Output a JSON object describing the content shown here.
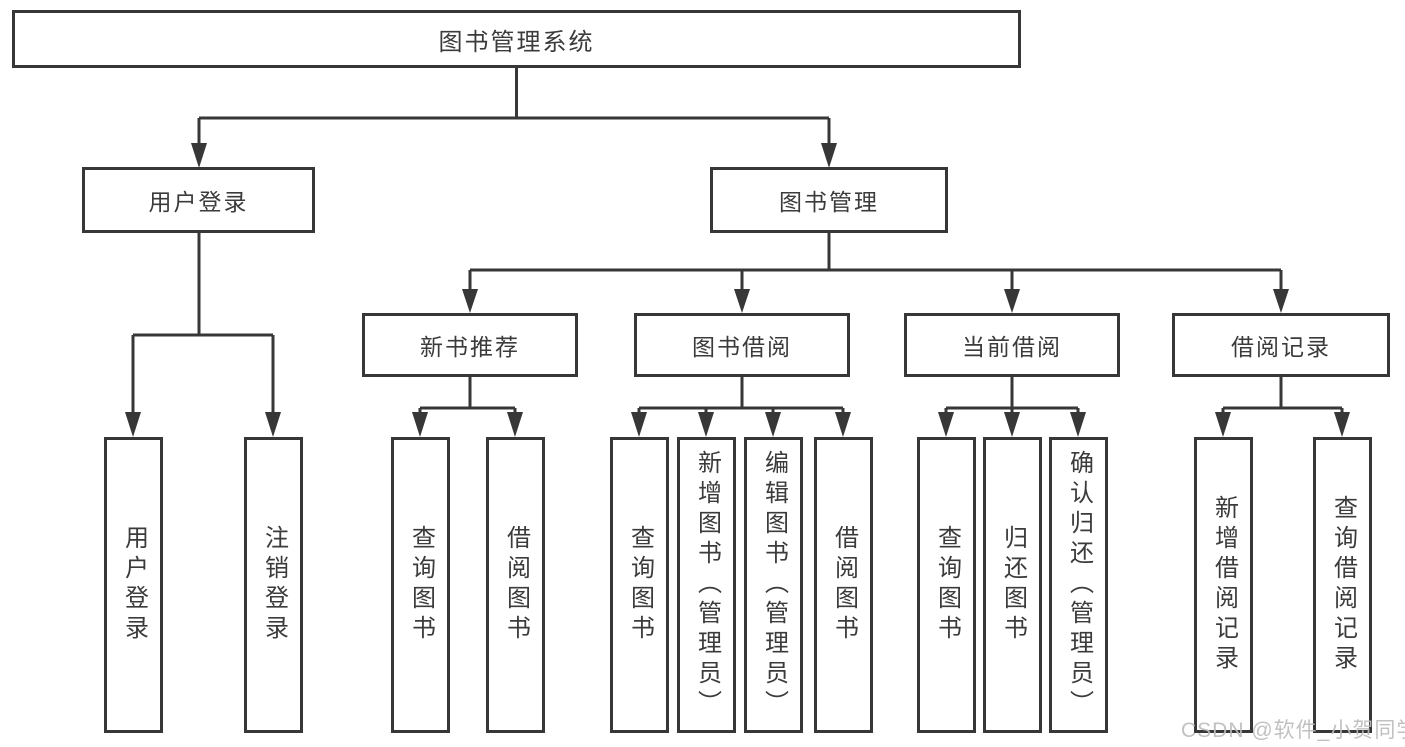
{
  "tree": {
    "label": "图书管理系统",
    "children": [
      {
        "label": "用户登录",
        "children": [
          {
            "label": "用户登录"
          },
          {
            "label": "注销登录"
          }
        ]
      },
      {
        "label": "图书管理",
        "children": [
          {
            "label": "新书推荐",
            "children": [
              {
                "label": "查询图书"
              },
              {
                "label": "借阅图书"
              }
            ]
          },
          {
            "label": "图书借阅",
            "children": [
              {
                "label": "查询图书"
              },
              {
                "label": "新增图书（管理员）"
              },
              {
                "label": "编辑图书（管理员）"
              },
              {
                "label": "借阅图书"
              }
            ]
          },
          {
            "label": "当前借阅",
            "children": [
              {
                "label": "查询图书"
              },
              {
                "label": "归还图书"
              },
              {
                "label": "确认归还（管理员）"
              }
            ]
          },
          {
            "label": "借阅记录",
            "children": [
              {
                "label": "新增借阅记录"
              },
              {
                "label": "查询借阅记录"
              }
            ]
          }
        ]
      }
    ]
  },
  "watermark": {
    "text": "CSDN @软件_小贺同学"
  },
  "colors": {
    "line": "#373737",
    "box_border": "#373737",
    "text": "#3b3b3b",
    "background": "#ffffff",
    "watermark": "#bcbcbe"
  }
}
